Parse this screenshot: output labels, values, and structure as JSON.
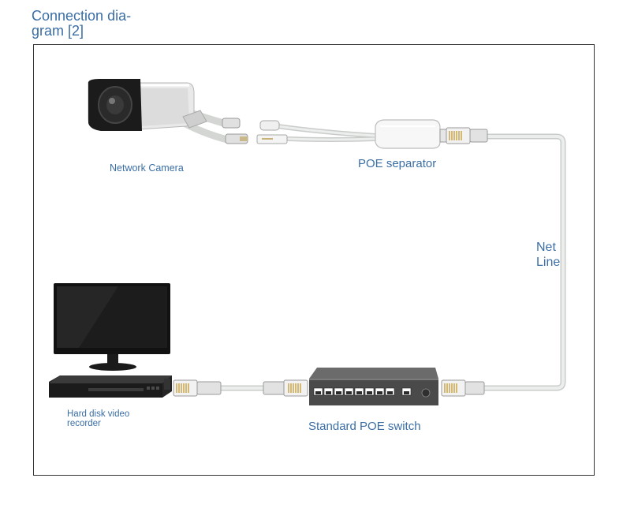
{
  "heading": "Connection dia-\ngram [2]",
  "labels": {
    "network_camera": "Network Camera",
    "poe_separator": "POE separator",
    "net_line": "Net Line",
    "hdd_recorder": "Hard disk video recorder",
    "poe_switch": "Standard POE switch"
  },
  "colors": {
    "label": "#3a6ea5",
    "cable": "#d9dbd8",
    "frame": "#333333"
  }
}
